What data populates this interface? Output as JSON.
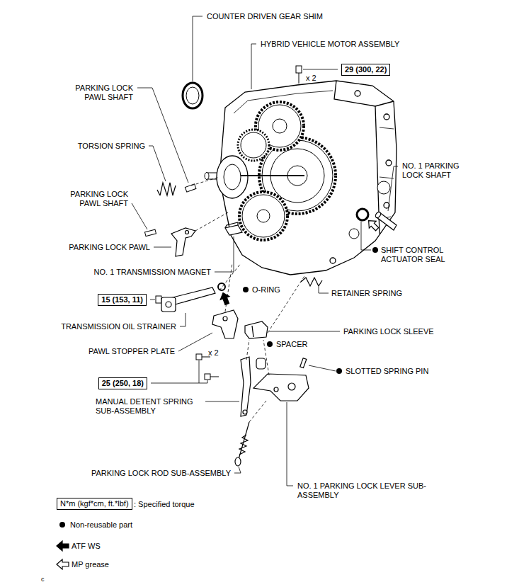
{
  "diagram": {
    "nodes": [
      {
        "text": [
          "29 (300, 22)"
        ]
      },
      {
        "text": [
          "15 (153, 11)"
        ]
      },
      {
        "text": [
          "25 (250, 18)"
        ]
      },
      {
        "text": [
          "N*m (kgf*cm, ft.*lbf)"
        ]
      }
    ],
    "labels": [
      "COUNTER DRIVEN GEAR SHIM",
      "HYBRID VEHICLE MOTOR ASSEMBLY",
      "x 2",
      "PARKING LOCK PAWL SHAFT",
      "TORSION SPRING",
      "NO. 1 PARKING LOCK SHAFT",
      "PARKING LOCK PAWL SHAFT",
      "PARKING LOCK PAWL",
      "SHIFT CONTROL ACTUATOR SEAL",
      "NO. 1 TRANSMISSION MAGNET",
      "O-RING",
      "RETAINER SPRING",
      "TRANSMISSION OIL STRAINER",
      "PARKING LOCK SLEEVE",
      "PAWL STOPPER PLATE",
      "SPACER",
      "x 2",
      "SLOTTED SPRING PIN",
      "MANUAL DETENT SPRING SUB-ASSEMBLY",
      "PARKING LOCK ROD SUB-ASSEMBLY",
      "NO. 1 PARKING LOCK LEVER SUB-ASSEMBLY",
      "c"
    ],
    "legend": [
      {
        "text": ": Specified torque"
      },
      {
        "text": "Non-reusable part"
      },
      {
        "text": "ATF WS"
      },
      {
        "text": "MP grease"
      }
    ]
  }
}
